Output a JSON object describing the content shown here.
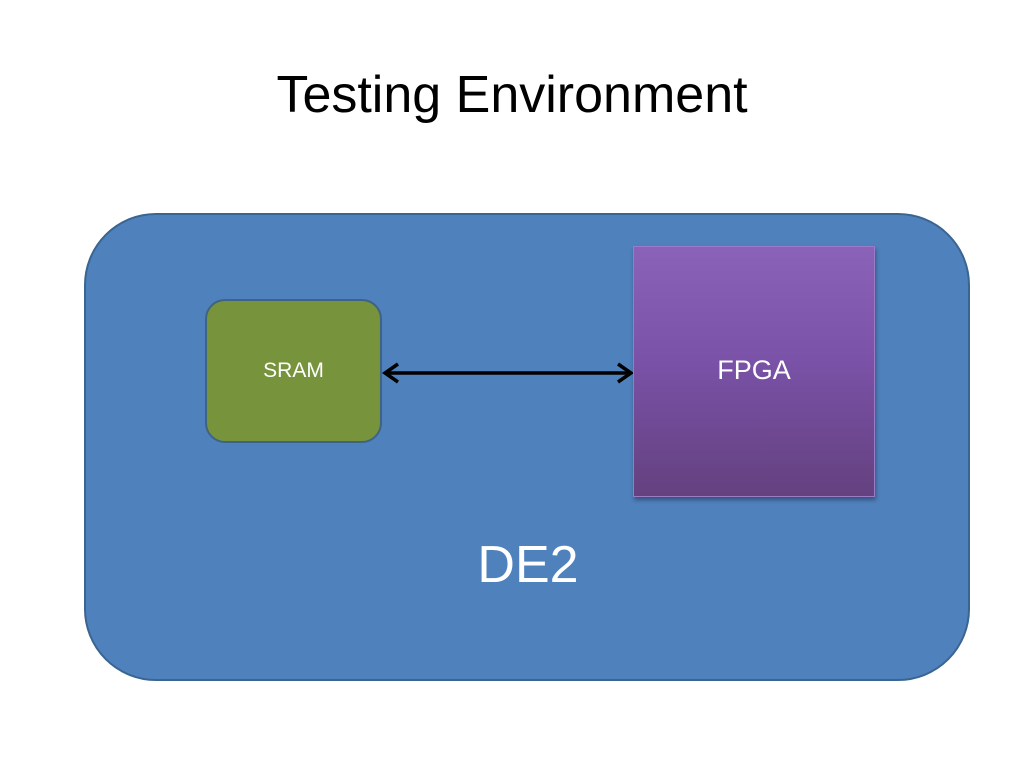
{
  "slide": {
    "title": "Testing Environment"
  },
  "diagram": {
    "board_label": "DE2",
    "sram_label": "SRAM",
    "fpga_label": "FPGA",
    "connection": "bidirectional",
    "colors": {
      "board": "#4f81bd",
      "sram": "#77933c",
      "fpga": "#7a52a8",
      "text": "#ffffff"
    }
  }
}
